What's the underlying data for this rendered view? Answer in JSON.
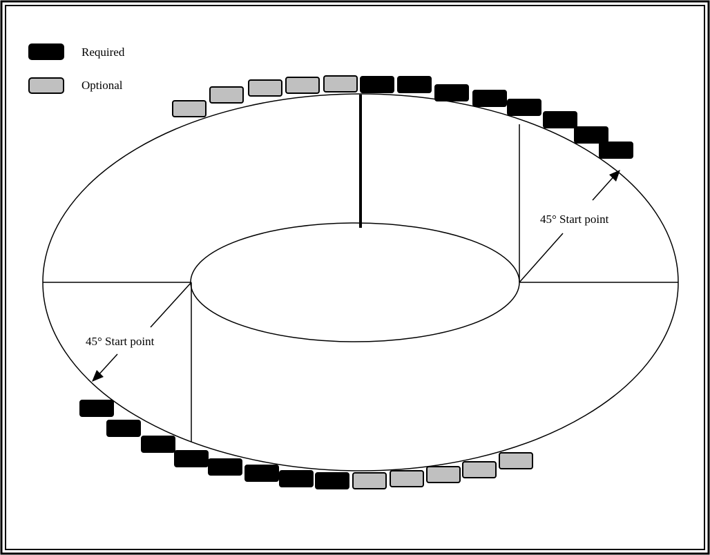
{
  "legend": {
    "required_label": "Required",
    "optional_label": "Optional"
  },
  "annotations": {
    "start_point_right": "45° Start point",
    "start_point_left": "45° Start point"
  },
  "colors": {
    "required": "#000000",
    "optional": "#c0c0c0",
    "line": "#000000",
    "background": "#ffffff"
  },
  "top_arc_blocks": [
    "optional",
    "optional",
    "optional",
    "optional",
    "optional",
    "required",
    "required",
    "required",
    "required",
    "required",
    "required",
    "required",
    "required"
  ],
  "bottom_arc_blocks": [
    "required",
    "required",
    "required",
    "required",
    "required",
    "required",
    "required",
    "required",
    "optional",
    "optional",
    "optional",
    "optional",
    "optional"
  ]
}
